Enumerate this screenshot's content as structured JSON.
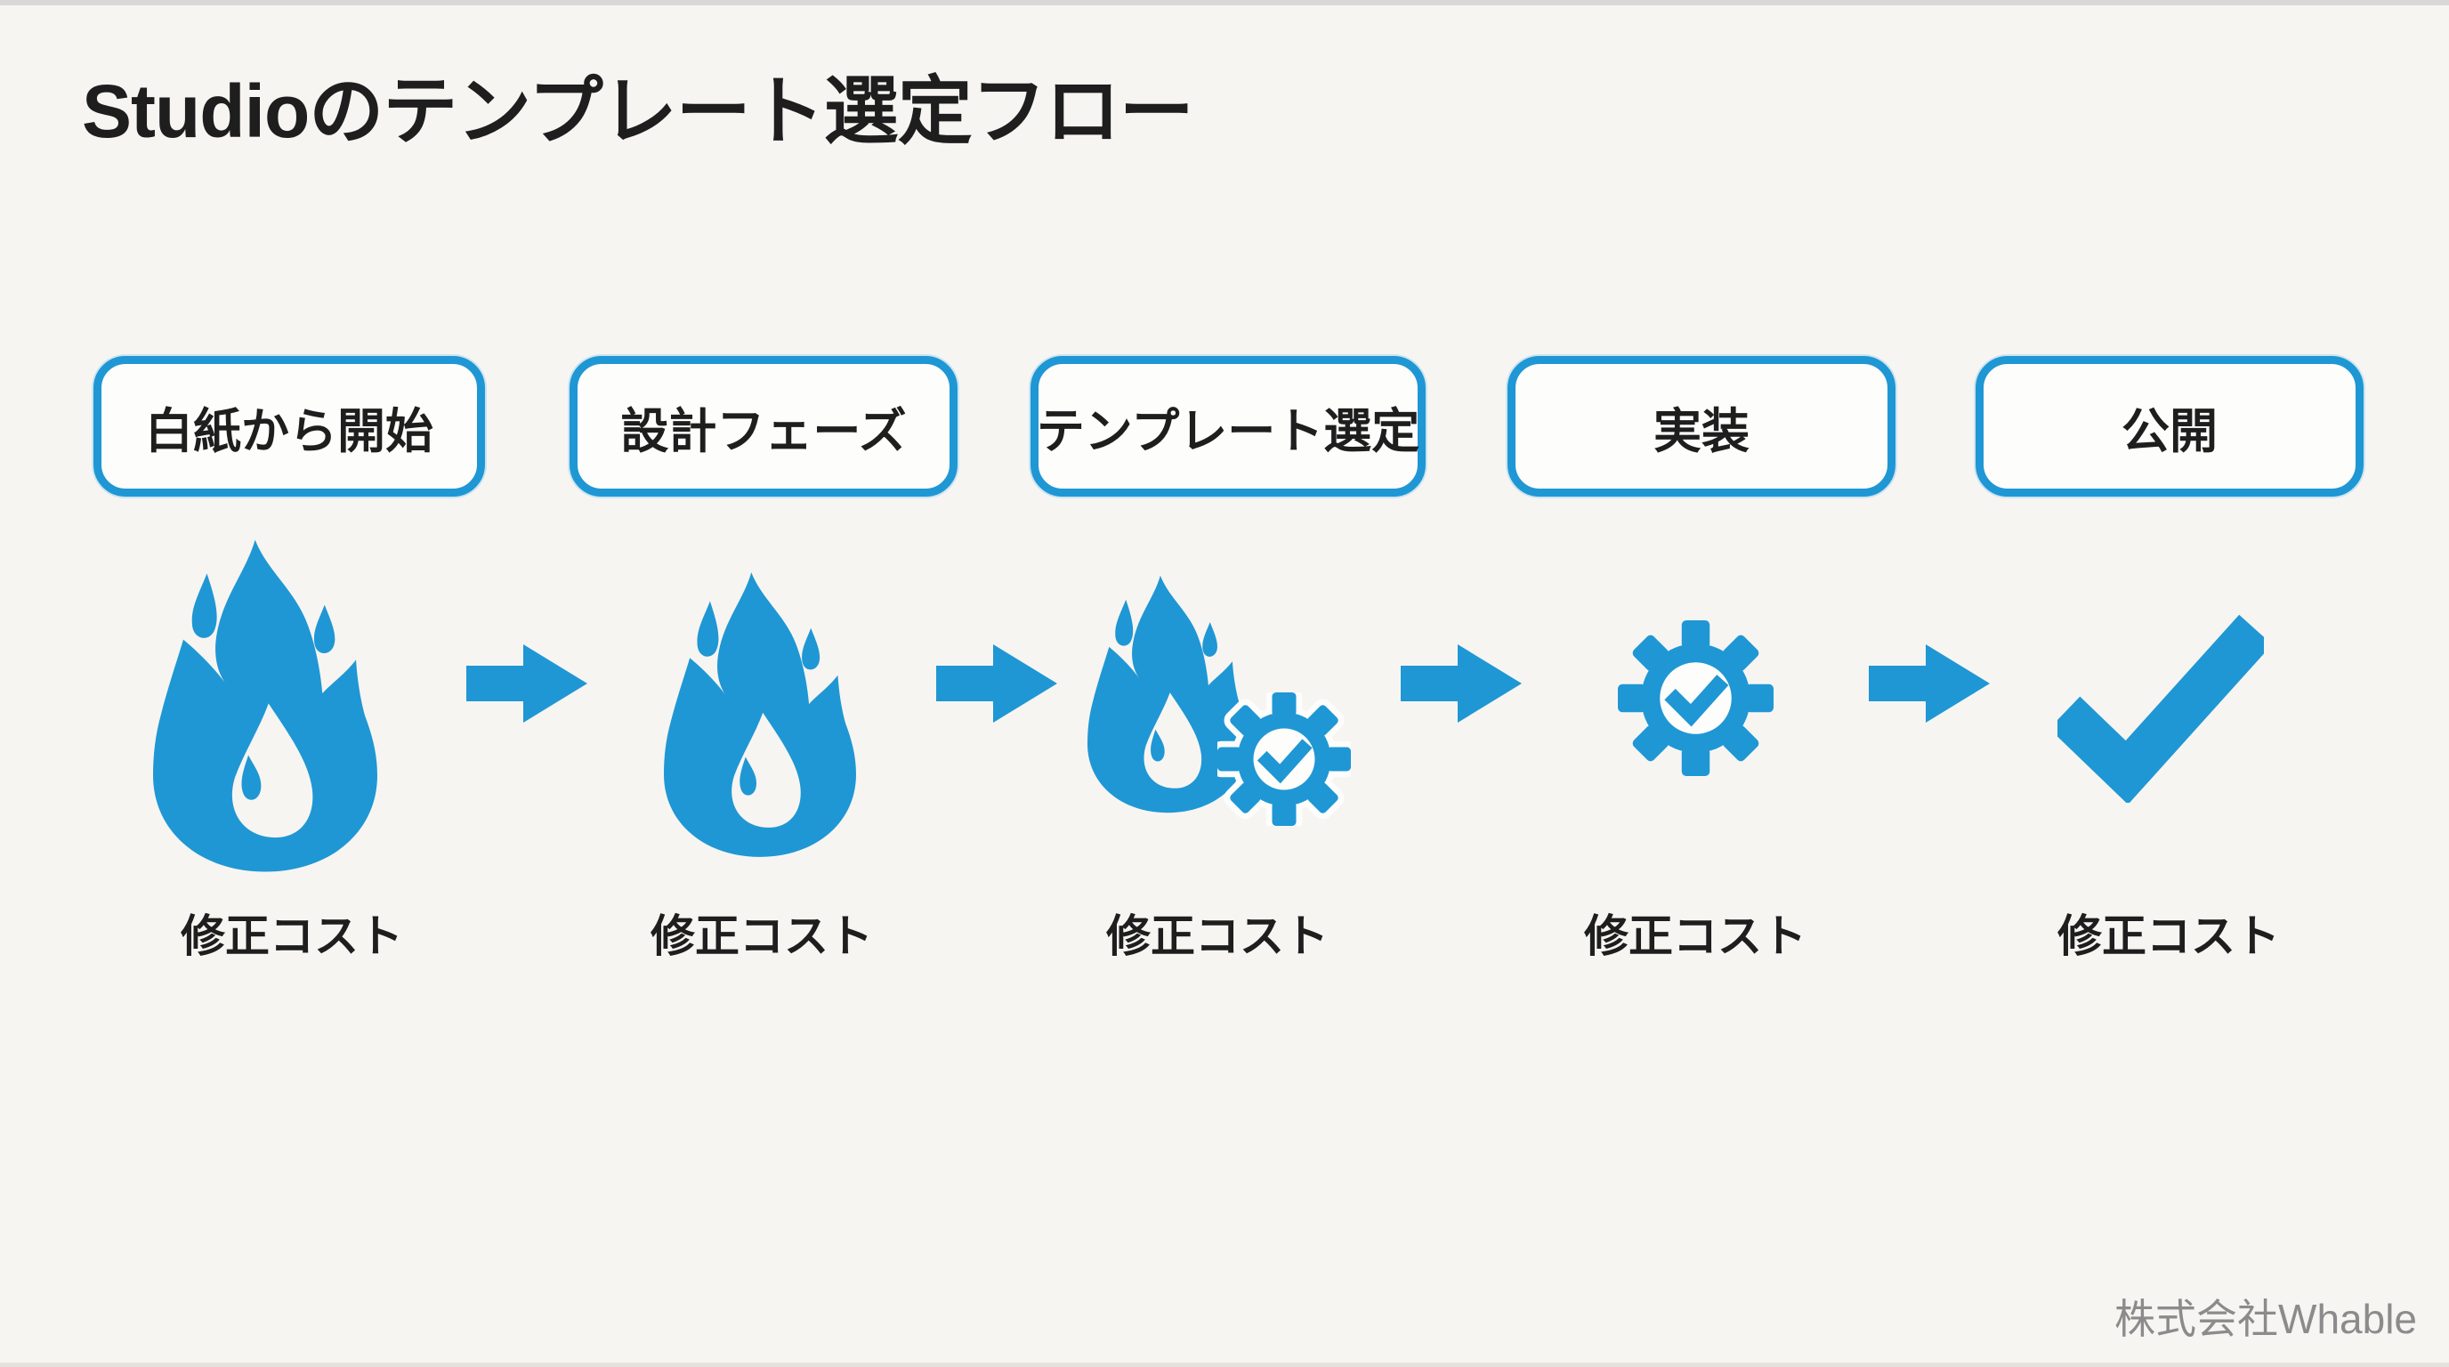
{
  "slide": {
    "title": "Studioのテンプレート選定フロー",
    "credit": "株式会社Whable"
  },
  "colors": {
    "primary": "#1f97d4",
    "text": "#1e1e1e",
    "credit_gray": "#8b8b8b",
    "background": "#f7f5f2",
    "box_fill": "#fdfdfc"
  },
  "flow": {
    "arrow_icon": "right-arrow-icon",
    "stages": [
      {
        "label": "白紙から開始",
        "icon": "flame-large-icon",
        "cost_label": "修正コスト"
      },
      {
        "label": "設計フェーズ",
        "icon": "flame-medium-icon",
        "cost_label": "修正コスト"
      },
      {
        "label": "テンプレート選定",
        "icon": "flame-gear-check-icon",
        "cost_label": "修正コスト"
      },
      {
        "label": "実装",
        "icon": "gear-check-icon",
        "cost_label": "修正コスト"
      },
      {
        "label": "公開",
        "icon": "check-icon",
        "cost_label": "修正コスト"
      }
    ]
  }
}
